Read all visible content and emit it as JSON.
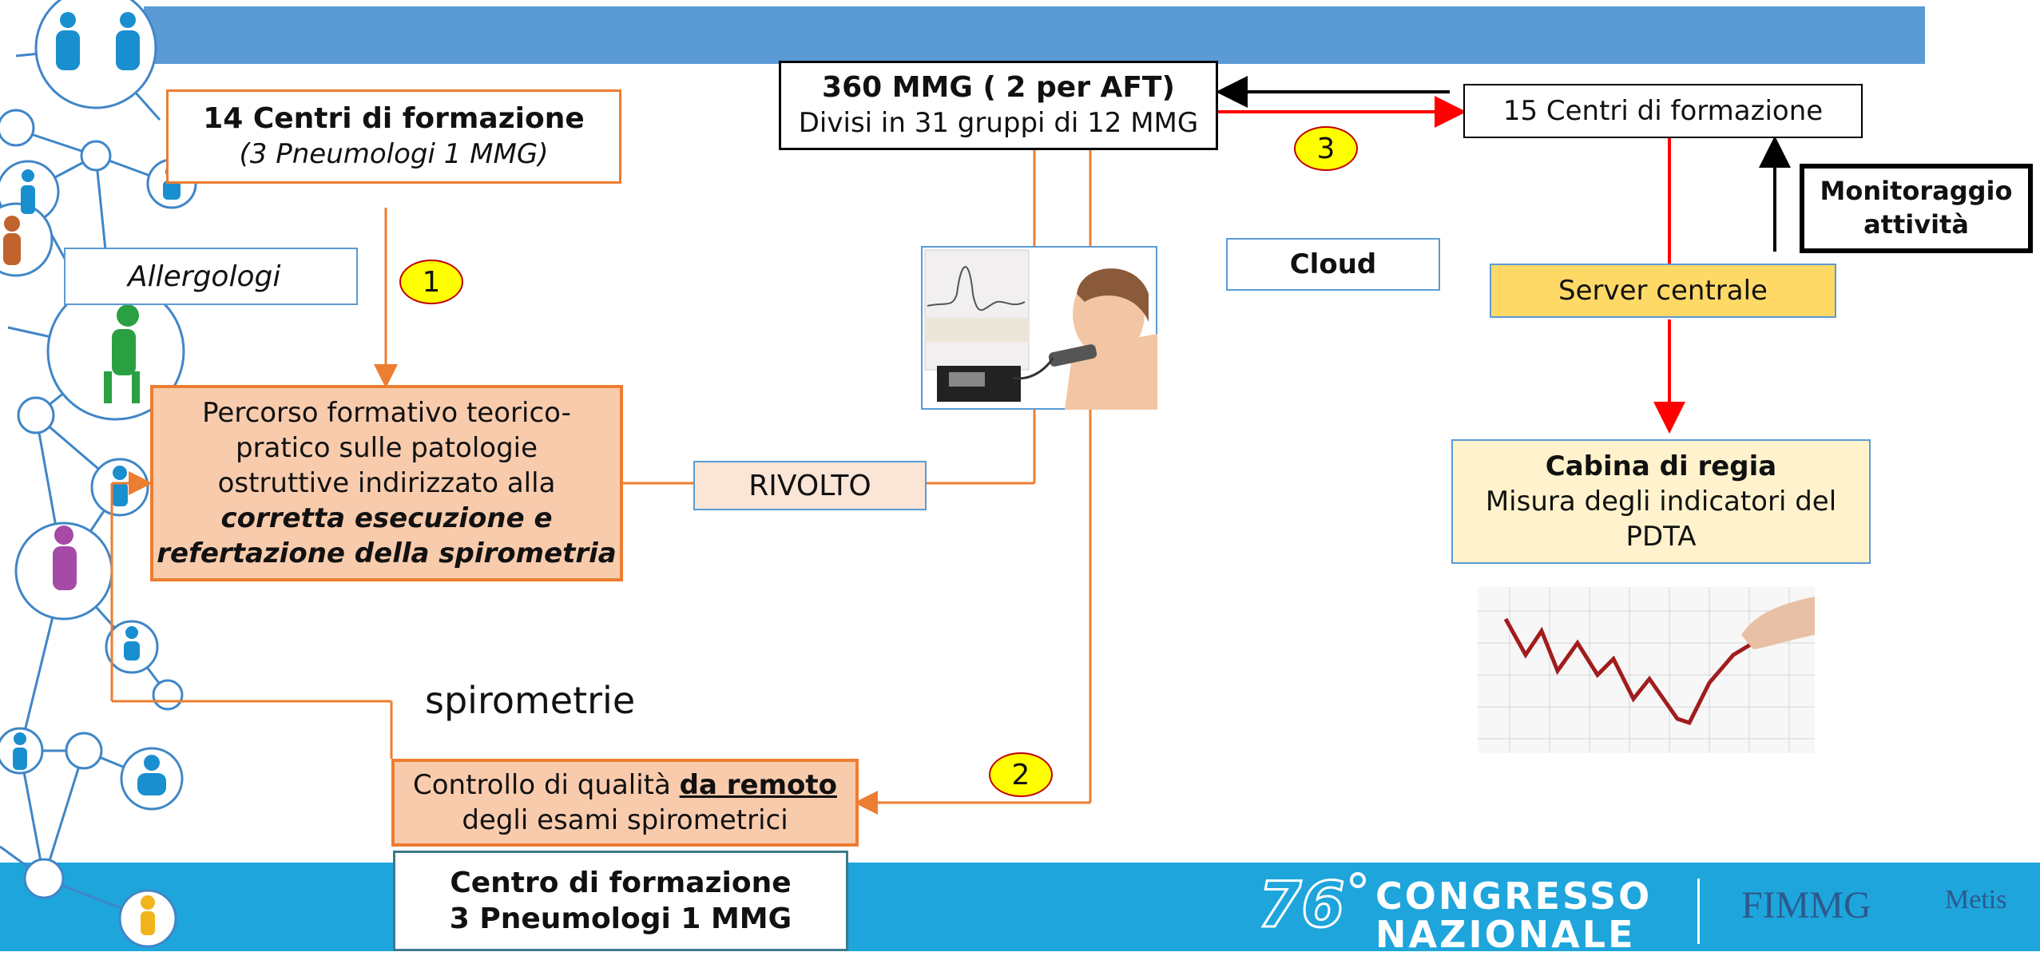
{
  "boxes": {
    "centri14": {
      "title": "14 Centri di formazione",
      "subtitle": "(3 Pneumologi 1 MMG)"
    },
    "allergologi": "Allergologi",
    "percorso": {
      "line1": "Percorso formativo teorico-",
      "line2": "pratico sulle patologie",
      "line3": "ostruttive indirizzato alla",
      "line4": "corretta esecuzione e",
      "line5": "refertazione della spirometria"
    },
    "rivolto": "RIVOLTO",
    "mmg360": {
      "title": "360 MMG ( 2 per AFT)",
      "subtitle": "Divisi in 31 gruppi di 12 MMG"
    },
    "centri15": "15  Centri di formazione",
    "monitoraggio": {
      "line1": "Monitoraggio",
      "line2": "attività"
    },
    "cloud": "Cloud",
    "server": "Server centrale",
    "cabina": {
      "title": "Cabina di regia",
      "line1": "Misura degli indicatori del",
      "line2": "PDTA"
    },
    "spirometrie": "spirometrie",
    "controllo": {
      "prefix": "Controllo di qualità ",
      "emph": "da remoto",
      "line2": "degli esami spirometrici"
    },
    "centro": {
      "line1": "Centro di formazione",
      "line2": "3 Pneumologi 1 MMG"
    }
  },
  "badges": {
    "one": "1",
    "two": "2",
    "three": "3"
  },
  "footer": {
    "number": "76",
    "word1": "CONGRESSO",
    "word2": "NAZIONALE",
    "logo1": "FIMMG",
    "logo2": "Metis"
  },
  "colors": {
    "band": "#5b9bd5",
    "footer": "#1ea5dc",
    "orange": "#ed7d31",
    "salmon": "#f8cbad",
    "red": "#ff0000",
    "yellow": "#ffff00",
    "server": "#ffd966",
    "cabina": "#fff2cc"
  }
}
